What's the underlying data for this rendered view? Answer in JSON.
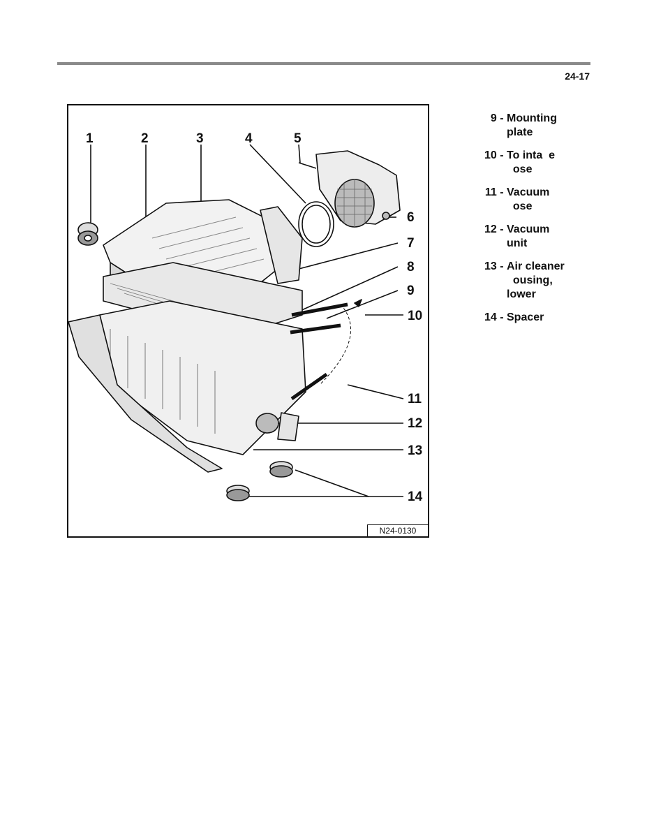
{
  "page": {
    "number": "24-17"
  },
  "figure": {
    "code": "N24-0130",
    "callouts": [
      "1",
      "2",
      "3",
      "4",
      "5",
      "6",
      "7",
      "8",
      "9",
      "10",
      "11",
      "12",
      "13",
      "14"
    ]
  },
  "legend": [
    {
      "num": "9 - ",
      "lines": [
        "Mounting",
        "plate"
      ]
    },
    {
      "num": "10 - ",
      "lines": [
        "To inta  e",
        "  ose"
      ]
    },
    {
      "num": "11 - ",
      "lines": [
        "Vacuum",
        "  ose"
      ]
    },
    {
      "num": "12 - ",
      "lines": [
        "Vacuum",
        "unit"
      ]
    },
    {
      "num": "13 - ",
      "lines": [
        "Air cleaner",
        "  ousing,",
        "lower"
      ]
    },
    {
      "num": "14 - ",
      "lines": [
        "Spacer"
      ]
    }
  ]
}
